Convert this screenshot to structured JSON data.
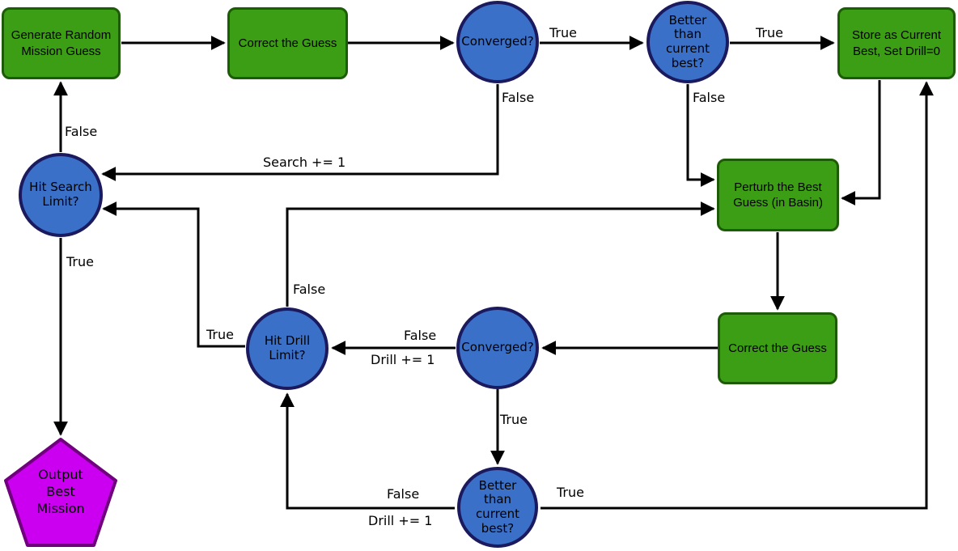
{
  "colors": {
    "background": "#FFFFFF",
    "process_fill": "#3C9E14",
    "process_border": "#1D5C07",
    "decision_fill": "#3B70C8",
    "decision_border": "#1B1A5E",
    "terminal_fill": "#CB00F1",
    "terminal_border": "#70007E",
    "edge": "#000000"
  },
  "nodes": {
    "generate": {
      "label": "Generate Random Mission Guess",
      "type": "process"
    },
    "correct_top": {
      "label": "Correct the Guess",
      "type": "process"
    },
    "converged_top": {
      "label": "Converged?",
      "type": "decision"
    },
    "better_top": {
      "label": "Better than current best?",
      "type": "decision"
    },
    "store": {
      "label": "Store as Current Best, Set Drill=0",
      "type": "process"
    },
    "hit_search": {
      "label": "Hit Search Limit?",
      "type": "decision"
    },
    "perturb": {
      "label": "Perturb the Best Guess (in Basin)",
      "type": "process"
    },
    "correct_bottom": {
      "label": "Correct the Guess",
      "type": "process"
    },
    "hit_drill": {
      "label": "Hit Drill Limit?",
      "type": "decision"
    },
    "converged_bottom": {
      "label": "Converged?",
      "type": "decision"
    },
    "better_bottom": {
      "label": "Better than current best?",
      "type": "decision"
    },
    "output": {
      "label": "Output Best Mission",
      "type": "terminal"
    }
  },
  "edge_labels": {
    "converged_top_true": "True",
    "converged_top_false": "False",
    "search_increment": "Search += 1",
    "better_top_true": "True",
    "better_top_false": "False",
    "hit_search_false": "False",
    "hit_search_true": "True",
    "hit_drill_true": "True",
    "hit_drill_false": "False",
    "converged_bottom_false": "False",
    "drill_increment_mid": "Drill += 1",
    "converged_bottom_true": "True",
    "better_bottom_false": "False",
    "drill_increment_bottom": "Drill += 1",
    "better_bottom_true": "True"
  }
}
